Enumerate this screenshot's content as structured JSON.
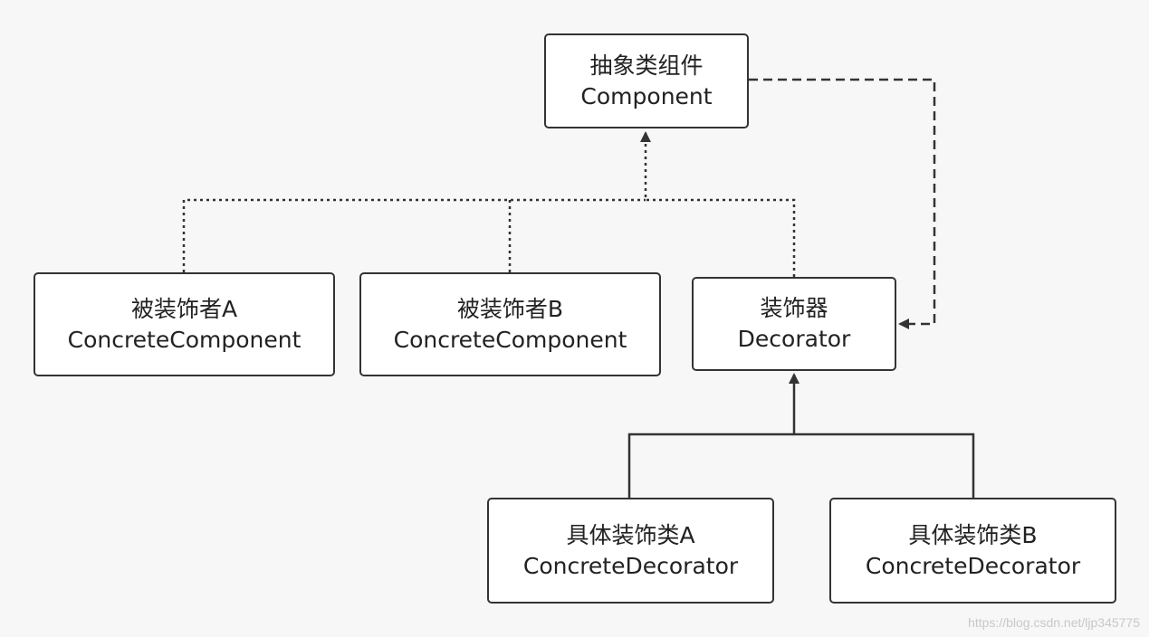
{
  "diagram": {
    "nodes": {
      "component": {
        "title": "抽象类组件",
        "subtitle": "Component"
      },
      "concrete_a": {
        "title": "被装饰者A",
        "subtitle": "ConcreteComponent"
      },
      "concrete_b": {
        "title": "被装饰者B",
        "subtitle": "ConcreteComponent"
      },
      "decorator": {
        "title": "装饰器",
        "subtitle": "Decorator"
      },
      "deco_a": {
        "title": "具体装饰类A",
        "subtitle": "ConcreteDecorator"
      },
      "deco_b": {
        "title": "具体装饰类B",
        "subtitle": "ConcreteDecorator"
      }
    },
    "edges": [
      {
        "from": "concrete_a",
        "to": "component",
        "style": "dotted",
        "arrow": "filled-triangle"
      },
      {
        "from": "concrete_b",
        "to": "component",
        "style": "dotted",
        "arrow": "filled-triangle"
      },
      {
        "from": "decorator",
        "to": "component",
        "style": "dotted",
        "arrow": "filled-triangle"
      },
      {
        "from": "component",
        "to": "decorator",
        "style": "dashed",
        "arrow": "filled-triangle"
      },
      {
        "from": "deco_a",
        "to": "decorator",
        "style": "solid",
        "arrow": "filled-triangle"
      },
      {
        "from": "deco_b",
        "to": "decorator",
        "style": "solid",
        "arrow": "filled-triangle"
      }
    ],
    "colors": {
      "background": "#f7f7f7",
      "border": "#333333",
      "box_fill": "#ffffff",
      "text": "#222222"
    }
  },
  "watermark": "https://blog.csdn.net/ljp345775"
}
